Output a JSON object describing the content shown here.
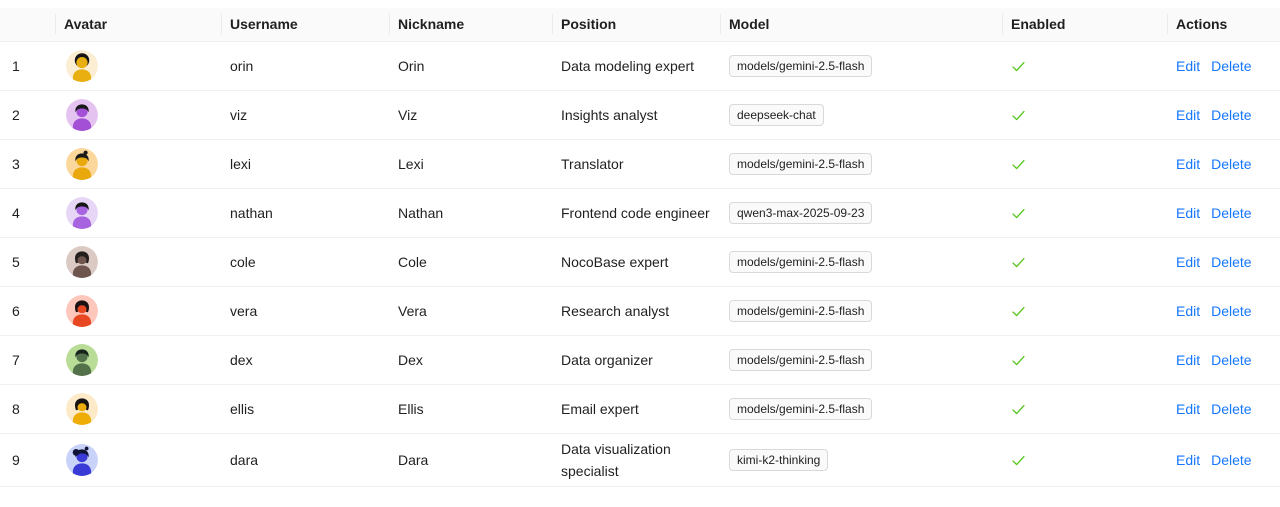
{
  "colors": {
    "text": "#1f1f1f",
    "header_bg": "#fafafa",
    "row_border": "#f0f0f0",
    "separator": "rgba(0,0,0,0.06)",
    "link": "#1677ff",
    "check": "#52c41a",
    "tag_bg": "#fafafa",
    "tag_border": "#d9d9d9"
  },
  "icons": {
    "enabled_check": "check-icon"
  },
  "table": {
    "columns": [
      {
        "key": "index",
        "label": ""
      },
      {
        "key": "avatar",
        "label": "Avatar"
      },
      {
        "key": "username",
        "label": "Username"
      },
      {
        "key": "nickname",
        "label": "Nickname"
      },
      {
        "key": "position",
        "label": "Position"
      },
      {
        "key": "model",
        "label": "Model"
      },
      {
        "key": "enabled",
        "label": "Enabled"
      },
      {
        "key": "actions",
        "label": "Actions"
      }
    ],
    "actions": {
      "edit": "Edit",
      "delete": "Delete"
    },
    "rows": [
      {
        "index": "1",
        "username": "orin",
        "nickname": "Orin",
        "position": "Data modeling expert",
        "model": "models/gemini-2.5-flash",
        "enabled": true,
        "avatar": {
          "bg": "#fbeed2",
          "body": "#e9af10",
          "hair": "#161616",
          "hair_style": "afro"
        }
      },
      {
        "index": "2",
        "username": "viz",
        "nickname": "Viz",
        "position": "Insights analyst",
        "model": "deepseek-chat",
        "enabled": true,
        "avatar": {
          "bg": "#e4c3f0",
          "body": "#a34fd6",
          "hair": "#191919",
          "hair_style": "short"
        }
      },
      {
        "index": "3",
        "username": "lexi",
        "nickname": "Lexi",
        "position": "Translator",
        "model": "models/gemini-2.5-flash",
        "enabled": true,
        "avatar": {
          "bg": "#fcd79c",
          "body": "#e9a90c",
          "hair": "#1a1a1a",
          "hair_style": "bun"
        }
      },
      {
        "index": "4",
        "username": "nathan",
        "nickname": "Nathan",
        "position": "Frontend code engineer",
        "model": "qwen3-max-2025-09-23",
        "enabled": true,
        "avatar": {
          "bg": "#e7d6f6",
          "body": "#a864e0",
          "hair": "#161616",
          "hair_style": "short"
        }
      },
      {
        "index": "5",
        "username": "cole",
        "nickname": "Cole",
        "position": "NocoBase expert",
        "model": "models/gemini-2.5-flash",
        "enabled": true,
        "avatar": {
          "bg": "#dbc9c4",
          "body": "#6e564f",
          "hair": "#241f1e",
          "hair_style": "bob"
        }
      },
      {
        "index": "6",
        "username": "vera",
        "nickname": "Vera",
        "position": "Research analyst",
        "model": "models/gemini-2.5-flash",
        "enabled": true,
        "avatar": {
          "bg": "#fdc7bc",
          "body": "#e74822",
          "hair": "#1c1213",
          "hair_style": "bob"
        }
      },
      {
        "index": "7",
        "username": "dex",
        "nickname": "Dex",
        "position": "Data organizer",
        "model": "models/gemini-2.5-flash",
        "enabled": true,
        "avatar": {
          "bg": "#b9dc97",
          "body": "#53714a",
          "hair": "#15241b",
          "hair_style": "short"
        }
      },
      {
        "index": "8",
        "username": "ellis",
        "nickname": "Ellis",
        "position": "Email expert",
        "model": "models/gemini-2.5-flash",
        "enabled": true,
        "avatar": {
          "bg": "#fdeac9",
          "body": "#eead06",
          "hair": "#191414",
          "hair_style": "bob"
        }
      },
      {
        "index": "9",
        "username": "dara",
        "nickname": "Dara",
        "position": "Data visualization specialist",
        "model": "kimi-k2-thinking",
        "enabled": true,
        "avatar": {
          "bg": "#c9d2f9",
          "body": "#3a3ad6",
          "hair": "#101335",
          "hair_style": "puff"
        }
      }
    ]
  }
}
